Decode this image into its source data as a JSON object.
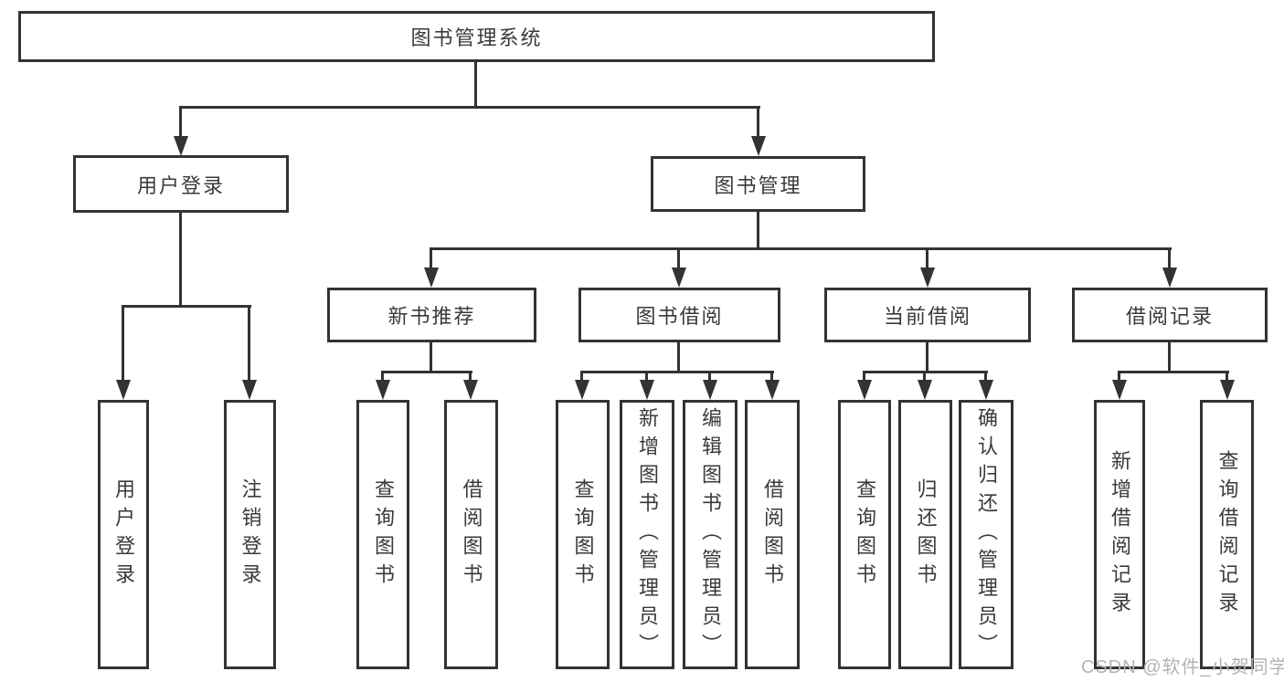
{
  "nodes": {
    "root": "图书管理系统",
    "user_login": "用户登录",
    "book_mgmt": "图书管理",
    "new_book_rec": "新书推荐",
    "book_borrow": "图书借阅",
    "current_borrow": "当前借阅",
    "borrow_record": "借阅记录",
    "leaf_user_login": "用户登录",
    "leaf_logout": "注销登录",
    "leaf_nbr_query": "查询图书",
    "leaf_nbr_borrow": "借阅图书",
    "leaf_bb_query": "查询图书",
    "leaf_bb_add": "新增图书（管理员）",
    "leaf_bb_edit": "编辑图书（管理员）",
    "leaf_bb_borrow": "借阅图书",
    "leaf_cb_query": "查询图书",
    "leaf_cb_return": "归还图书",
    "leaf_cb_confirm": "确认归还（管理员）",
    "leaf_br_add": "新增借阅记录",
    "leaf_br_query": "查询借阅记录"
  },
  "edges": [
    [
      "root",
      "user_login"
    ],
    [
      "root",
      "book_mgmt"
    ],
    [
      "user_login",
      "leaf_user_login"
    ],
    [
      "user_login",
      "leaf_logout"
    ],
    [
      "book_mgmt",
      "new_book_rec"
    ],
    [
      "book_mgmt",
      "book_borrow"
    ],
    [
      "book_mgmt",
      "current_borrow"
    ],
    [
      "book_mgmt",
      "borrow_record"
    ],
    [
      "new_book_rec",
      "leaf_nbr_query"
    ],
    [
      "new_book_rec",
      "leaf_nbr_borrow"
    ],
    [
      "book_borrow",
      "leaf_bb_query"
    ],
    [
      "book_borrow",
      "leaf_bb_add"
    ],
    [
      "book_borrow",
      "leaf_bb_edit"
    ],
    [
      "book_borrow",
      "leaf_bb_borrow"
    ],
    [
      "current_borrow",
      "leaf_cb_query"
    ],
    [
      "current_borrow",
      "leaf_cb_return"
    ],
    [
      "current_borrow",
      "leaf_cb_confirm"
    ],
    [
      "borrow_record",
      "leaf_br_add"
    ],
    [
      "borrow_record",
      "leaf_br_query"
    ]
  ],
  "watermark": "CSDN @软件_小贺同学",
  "colors": {
    "line": "#333333",
    "text": "#3a3a3a",
    "background": "#ffffff",
    "watermark": "#b3b3b3"
  }
}
